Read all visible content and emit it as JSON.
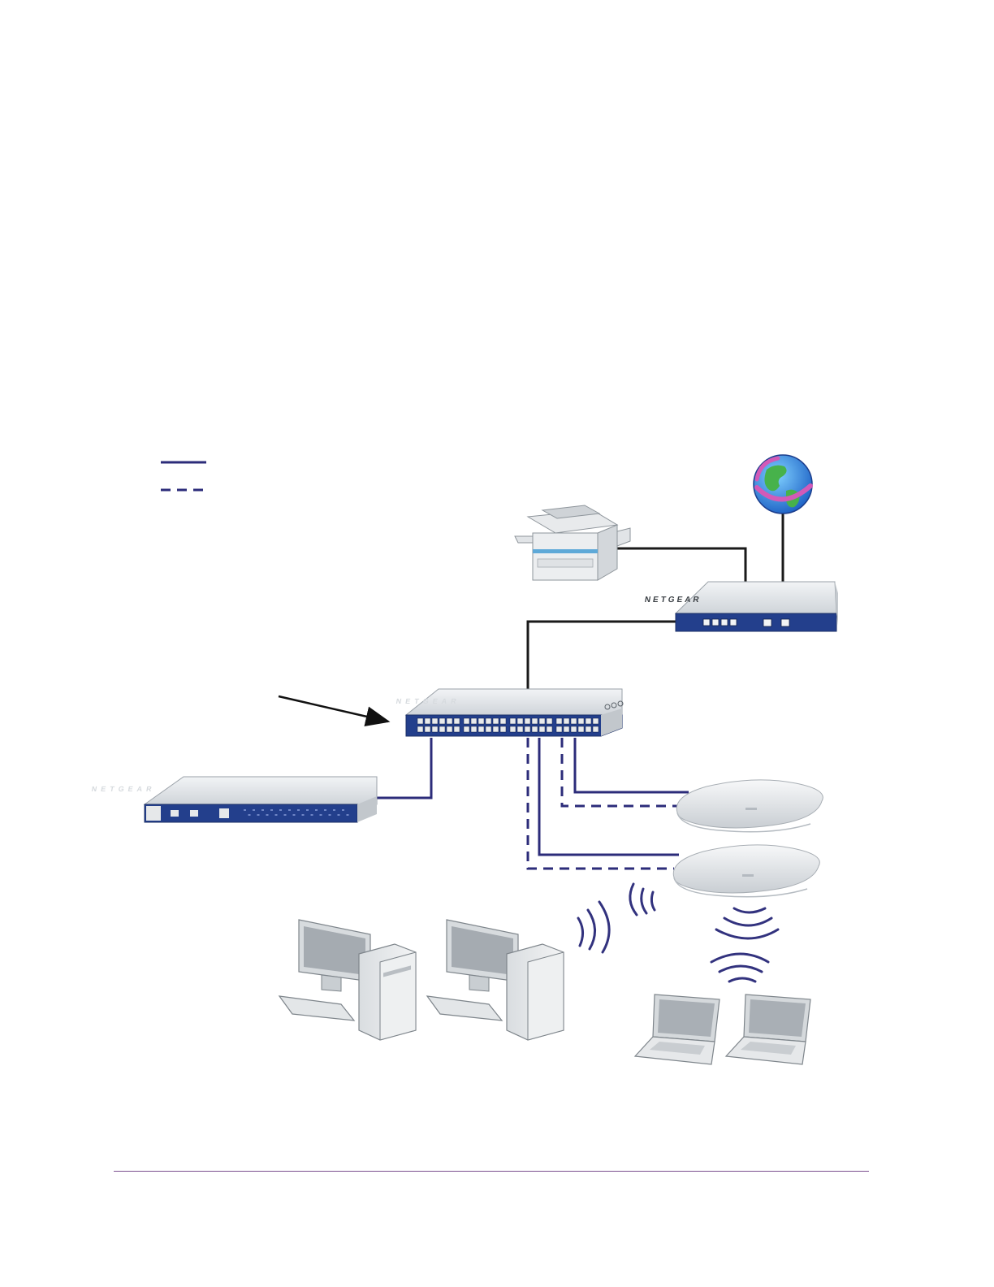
{
  "diagram": {
    "devices": {
      "router": {
        "brand": "NETGEAR",
        "ports": 4
      },
      "main_switch": {
        "brand": "NETGEAR",
        "ports": 48
      },
      "wireless_controller": {
        "brand": "NETGEAR"
      },
      "printer": {},
      "internet": {
        "icon": "globe-icon"
      },
      "access_points": {
        "count": 2
      },
      "desktops": {
        "count": 2
      },
      "laptops": {
        "count": 2
      }
    },
    "legend": {
      "items": [
        {
          "style": "solid"
        },
        {
          "style": "dashed"
        }
      ]
    }
  },
  "colors": {
    "wired_link": "#2c2c7a",
    "uplink": "#1a1a1a",
    "wireless_signal": "#32327e",
    "device_panel_blue": "#233f8c",
    "device_chassis": "#e4e7ea",
    "footer_rule": "#7b4f8f"
  }
}
